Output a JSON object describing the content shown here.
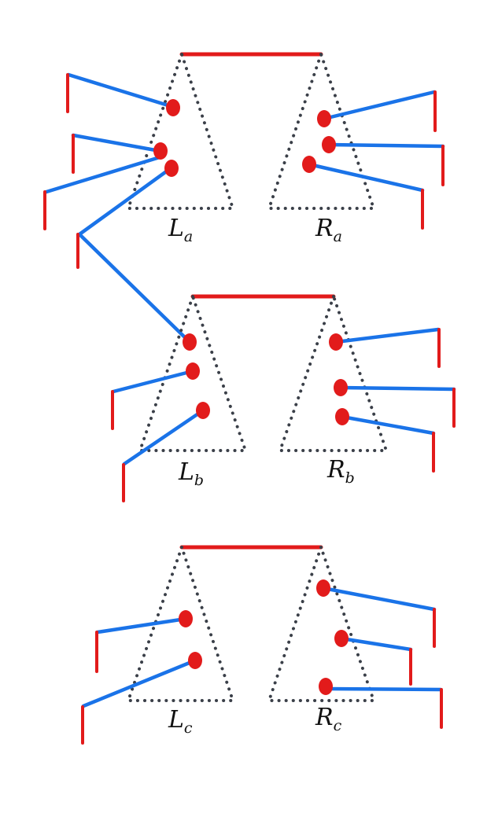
{
  "colors": {
    "triangle_outline": "#3a3f48",
    "top_bar": "#e21b1b",
    "point": "#e21b1b",
    "edge": "#1a73e8",
    "leaf_tick": "#e21b1b"
  },
  "labels": {
    "a": {
      "left": "L",
      "left_sub": "a",
      "right": "R",
      "right_sub": "a"
    },
    "b": {
      "left": "L",
      "left_sub": "b",
      "right": "R",
      "right_sub": "b"
    },
    "c": {
      "left": "L",
      "left_sub": "c",
      "right": "R",
      "right_sub": "c"
    }
  }
}
